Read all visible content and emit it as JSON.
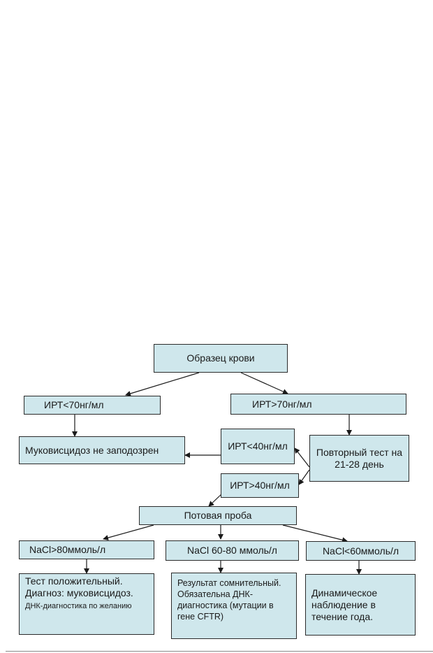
{
  "flowchart": {
    "blood_sample": "Образец крови",
    "irt_low_70": "ИРТ<70нг/мл",
    "irt_high_70": "ИРТ>70нг/мл",
    "not_suspected": "Муковисцидоз не заподозрен",
    "irt_low_40": "ИРТ<40нг/мл",
    "repeat_test": "Повторный тест на 21-28 день",
    "irt_high_40": "ИРТ>40нг/мл",
    "sweat_test": "Потовая проба",
    "nacl_high": "NaCl>80ммоль/л",
    "nacl_mid": "NaCl 60-80 ммоль/л",
    "nacl_low": "NaCl<60ммоль/л",
    "result_positive_main": "Тест положительный. Диагноз: муковисцидоз.",
    "result_positive_small": "ДНК-диагностика по желанию",
    "result_doubtful": "Результат сомнительный. Обязательна ДНК-диагностика (мутации в гене CFTR)",
    "result_negative": "Динамическое наблюдение в течение года."
  }
}
